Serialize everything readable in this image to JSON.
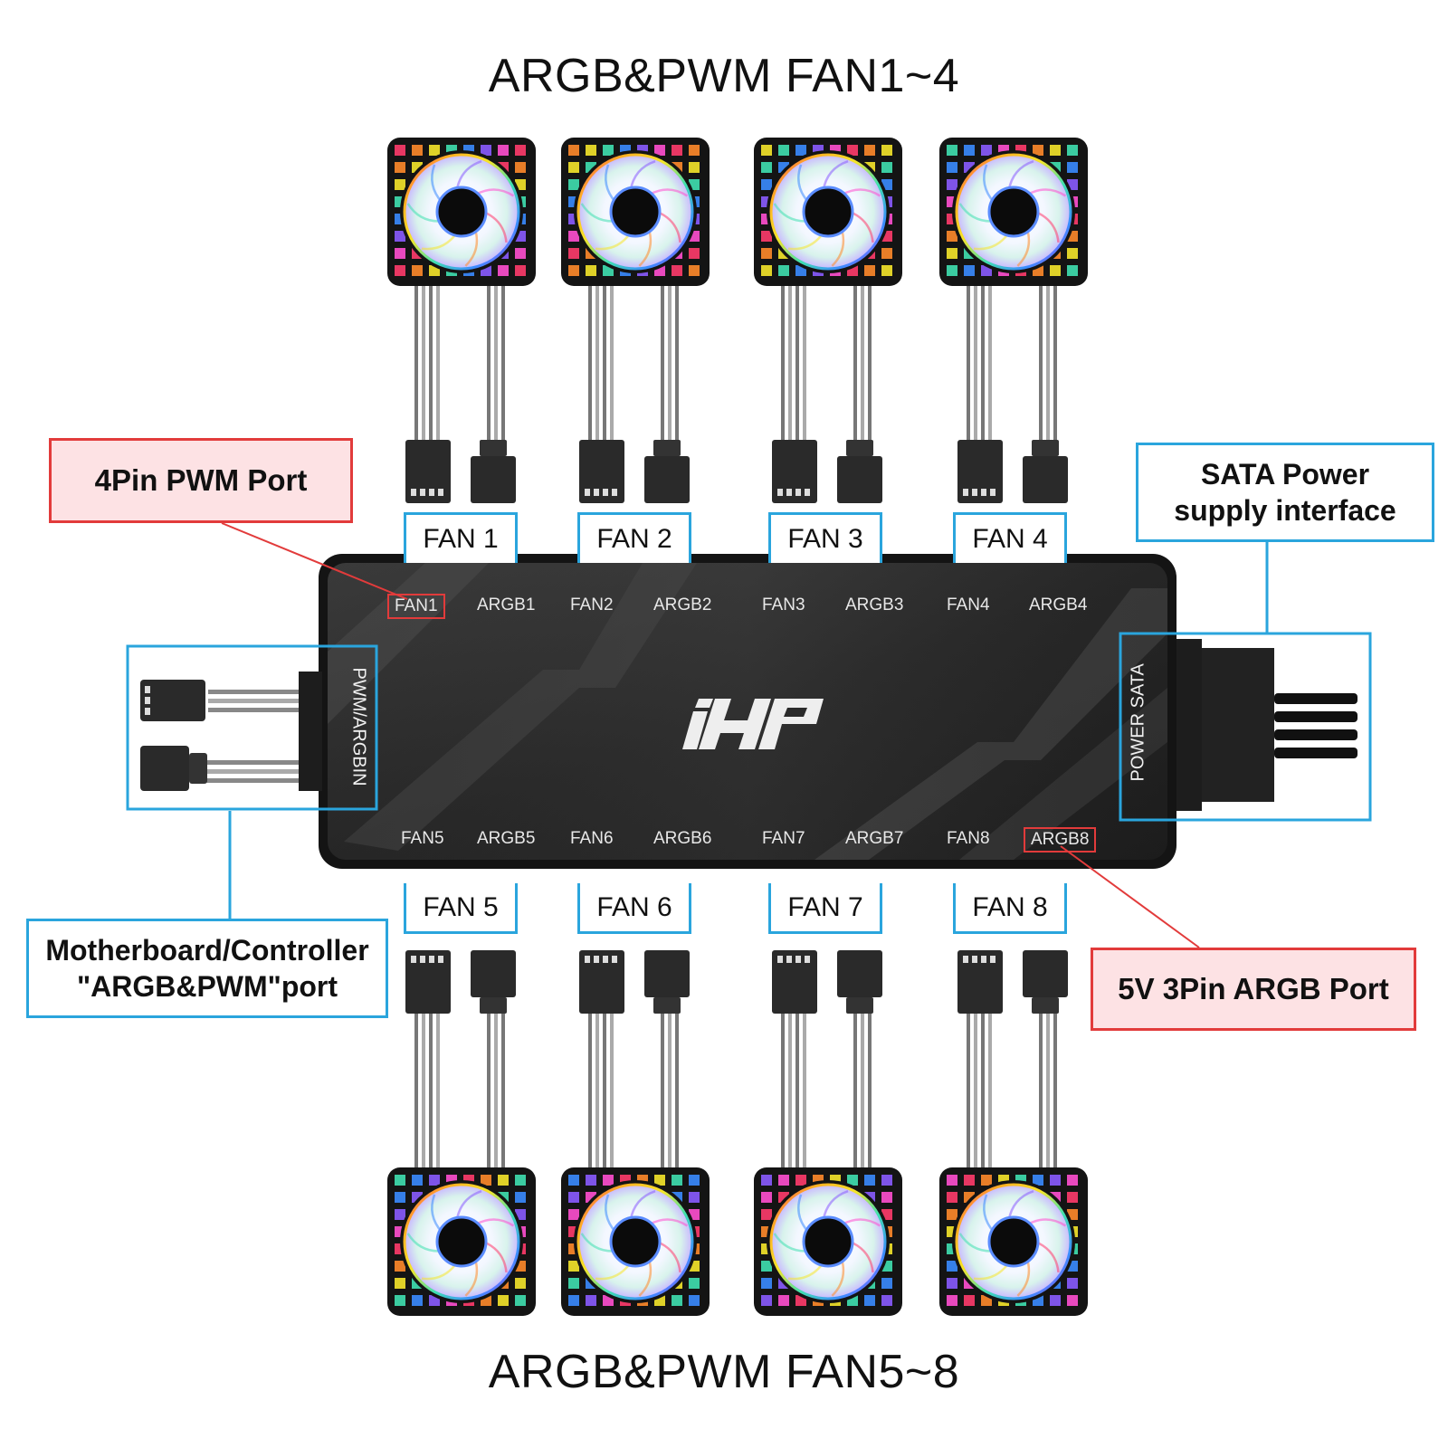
{
  "titles": {
    "top": "ARGB&PWM FAN1~4",
    "bottom": "ARGB&PWM FAN5~8"
  },
  "fan_labels_top": [
    "FAN 1",
    "FAN 2",
    "FAN 3",
    "FAN 4"
  ],
  "fan_labels_bottom": [
    "FAN 5",
    "FAN 6",
    "FAN 7",
    "FAN 8"
  ],
  "hub": {
    "logo": "iHP",
    "top_ports": [
      "FAN1",
      "ARGB1",
      "FAN2",
      "ARGB2",
      "FAN3",
      "ARGB3",
      "FAN4",
      "ARGB4"
    ],
    "bottom_ports": [
      "FAN5",
      "ARGB5",
      "FAN6",
      "ARGB6",
      "FAN7",
      "ARGB7",
      "FAN8",
      "ARGB8"
    ],
    "left_side": "PWM/ARGBIN",
    "right_side": "POWER SATA"
  },
  "callouts": {
    "pwm_port": "4Pin PWM Port",
    "argb_port": "5V 3Pin ARGB Port",
    "sata": [
      "SATA Power",
      "supply interface"
    ],
    "motherboard": [
      "Motherboard/Controller",
      "\"ARGB&PWM\"port"
    ]
  },
  "colors": {
    "callout_red": "#e23b3b",
    "callout_blue": "#2aa5dd",
    "hub_body": "#2b2b2b"
  }
}
